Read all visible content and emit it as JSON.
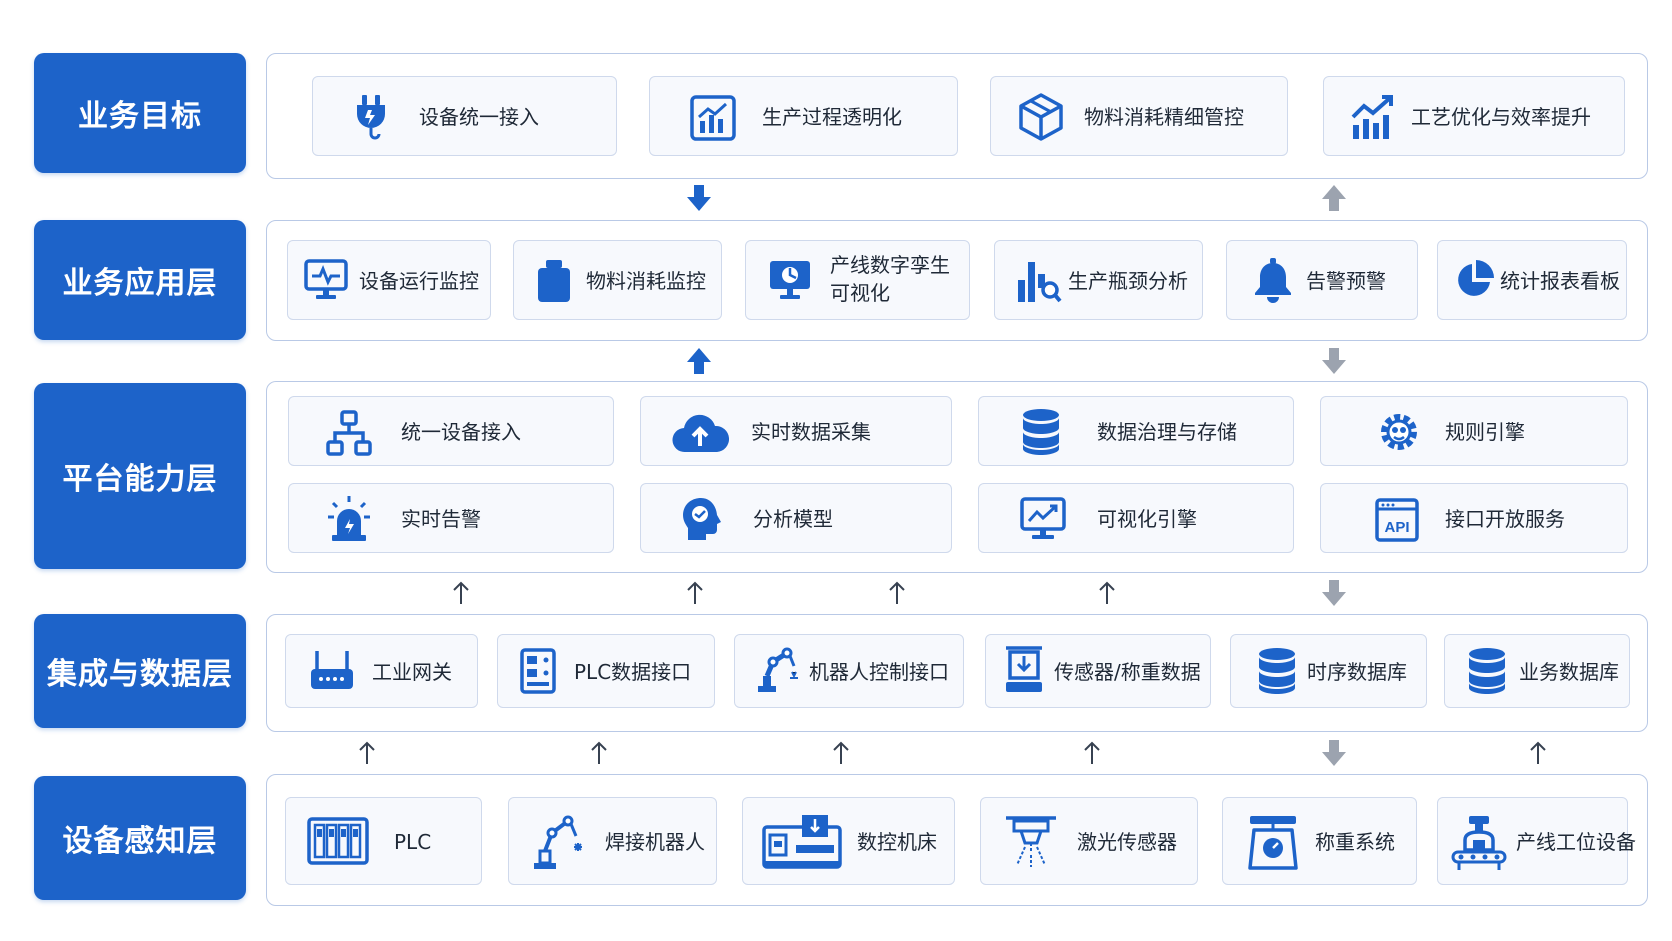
{
  "colors": {
    "primary": "#1d63c9",
    "border": "#b9c9e6",
    "card_bg": "#f7f9fd",
    "arrow_gray": "#9ca3af"
  },
  "layers": [
    {
      "label": "业务目标",
      "items": [
        {
          "label": "设备统一接入",
          "icon": "plug-icon"
        },
        {
          "label": "生产过程透明化",
          "icon": "bar-chart-icon"
        },
        {
          "label": "物料消耗精细管控",
          "icon": "cube-icon"
        },
        {
          "label": "工艺优化与效率提升",
          "icon": "trend-up-icon"
        }
      ]
    },
    {
      "label": "业务应用层",
      "items": [
        {
          "label": "设备运行监控",
          "icon": "monitor-pulse-icon"
        },
        {
          "label": "物料消耗监控",
          "icon": "container-icon"
        },
        {
          "label": "产线数字孪生可视化",
          "icon": "digital-twin-icon"
        },
        {
          "label": "生产瓶颈分析",
          "icon": "bar-search-icon"
        },
        {
          "label": "告警预警",
          "icon": "bell-icon"
        },
        {
          "label": "统计报表看板",
          "icon": "pie-chart-icon"
        }
      ]
    },
    {
      "label": "平台能力层",
      "items": [
        {
          "label": "统一设备接入",
          "icon": "network-tree-icon"
        },
        {
          "label": "实时数据采集",
          "icon": "cloud-upload-icon"
        },
        {
          "label": "数据治理与存储",
          "icon": "database-icon"
        },
        {
          "label": "规则引擎",
          "icon": "gear-brain-icon"
        },
        {
          "label": "实时告警",
          "icon": "alarm-light-icon"
        },
        {
          "label": "分析模型",
          "icon": "head-brain-icon"
        },
        {
          "label": "可视化引擎",
          "icon": "monitor-chart-icon"
        },
        {
          "label": "接口开放服务",
          "icon": "api-window-icon"
        }
      ]
    },
    {
      "label": "集成与数据层",
      "items": [
        {
          "label": "工业网关",
          "icon": "router-icon"
        },
        {
          "label": "PLC数据接口",
          "icon": "plc-module-icon"
        },
        {
          "label": "机器人控制接口",
          "icon": "robot-arm-icon"
        },
        {
          "label": "传感器/称重数据",
          "icon": "weigh-sensor-icon"
        },
        {
          "label": "时序数据库",
          "icon": "database-icon"
        },
        {
          "label": "业务数据库",
          "icon": "database-icon"
        }
      ]
    },
    {
      "label": "设备感知层",
      "items": [
        {
          "label": "PLC",
          "icon": "plc-rack-icon"
        },
        {
          "label": "焊接机器人",
          "icon": "welding-robot-icon"
        },
        {
          "label": "数控机床",
          "icon": "cnc-machine-icon"
        },
        {
          "label": "激光传感器",
          "icon": "laser-sensor-icon"
        },
        {
          "label": "称重系统",
          "icon": "scale-icon"
        },
        {
          "label": "产线工位设备",
          "icon": "conveyor-robot-icon"
        }
      ]
    }
  ]
}
